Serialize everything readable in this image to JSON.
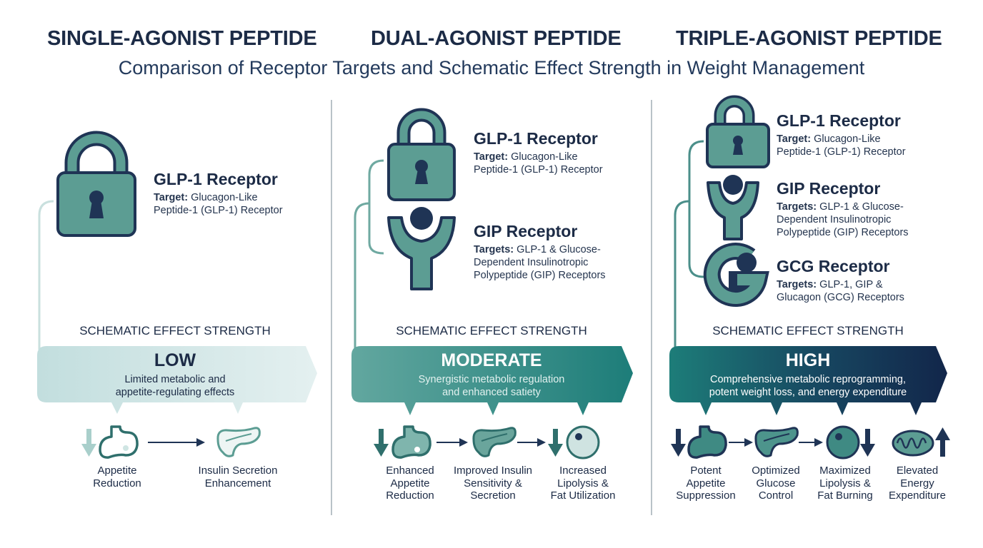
{
  "columns": [
    {
      "title": "SINGLE-AGONIST PEPTIDE",
      "receptors": [
        {
          "icon": "lock-icon",
          "name": "GLP-1 Receptor",
          "target_label": "Target:",
          "target_text_1": " Glucagon-Like",
          "target_text_2": "Peptide-1 (GLP-1) Receptor"
        }
      ],
      "section_label": "SCHEMATIC EFFECT STRENGTH",
      "strength": "LOW",
      "strength_desc_1": "Limited metabolic and",
      "strength_desc_2": "appetite-regulating effects",
      "effects": [
        {
          "icon": "stomach-icon",
          "arrow": "down",
          "line_1": "Appetite",
          "line_2": "Reduction",
          "line_3": ""
        },
        {
          "icon": "pancreas-icon",
          "arrow": "",
          "line_1": "Insulin Secretion",
          "line_2": "Enhancement",
          "line_3": ""
        }
      ]
    },
    {
      "title": "DUAL-AGONIST PEPTIDE",
      "receptors": [
        {
          "icon": "lock-icon",
          "name": "GLP-1 Receptor",
          "target_label": "Target:",
          "target_text_1": " Glucagon-Like",
          "target_text_2": "Peptide-1 (GLP-1) Receptor"
        },
        {
          "icon": "gip-receptor-icon",
          "name": "GIP Receptor",
          "target_label": "Targets:",
          "target_text_1": " GLP-1 & Glucose-",
          "target_text_2": "Dependent Insulinotropic",
          "target_text_3": "Polypeptide (GIP) Receptors"
        }
      ],
      "section_label": "SCHEMATIC EFFECT STRENGTH",
      "strength": "MODERATE",
      "strength_desc_1": "Synergistic metabolic regulation",
      "strength_desc_2": "and enhanced satiety",
      "effects": [
        {
          "icon": "stomach-icon",
          "arrow": "down",
          "line_1": "Enhanced",
          "line_2": "Appetite",
          "line_3": "Reduction"
        },
        {
          "icon": "pancreas-icon",
          "arrow": "",
          "line_1": "Improved Insulin",
          "line_2": "Sensitivity &",
          "line_3": "Secretion"
        },
        {
          "icon": "fat-cell-icon",
          "arrow": "down",
          "line_1": "Increased",
          "line_2": "Lipolysis &",
          "line_3": "Fat Utilization"
        }
      ]
    },
    {
      "title": "TRIPLE-AGONIST PEPTIDE",
      "receptors": [
        {
          "icon": "lock-icon",
          "name": "GLP-1 Receptor",
          "target_label": "Target:",
          "target_text_1": " Glucagon-Like",
          "target_text_2": "Peptide-1 (GLP-1) Receptor"
        },
        {
          "icon": "gip-receptor-icon",
          "name": "GIP Receptor",
          "target_label": "Targets:",
          "target_text_1": " GLP-1 & Glucose-",
          "target_text_2": "Dependent Insulinotropic",
          "target_text_3": "Polypeptide (GIP) Receptors"
        },
        {
          "icon": "gcg-receptor-icon",
          "name": "GCG Receptor",
          "target_label": "Targets:",
          "target_text_1": " GLP-1, GIP &",
          "target_text_2": "Glucagon (GCG) Receptors"
        }
      ],
      "section_label": "SCHEMATIC EFFECT STRENGTH",
      "strength": "HIGH",
      "strength_desc_1": "Comprehensive metabolic reprogramming,",
      "strength_desc_2": "potent weight loss, and energy expenditure",
      "effects": [
        {
          "icon": "stomach-icon",
          "arrow": "down",
          "line_1": "Potent",
          "line_2": "Appetite",
          "line_3": "Suppression"
        },
        {
          "icon": "pancreas-icon",
          "arrow": "",
          "line_1": "Optimized",
          "line_2": "Glucose",
          "line_3": "Control"
        },
        {
          "icon": "fat-cell-icon",
          "arrow": "down",
          "line_1": "Maximized",
          "line_2": "Lipolysis &",
          "line_3": "Fat Burning"
        },
        {
          "icon": "mitochondria-icon",
          "arrow": "up",
          "line_1": "Elevated",
          "line_2": "Energy",
          "line_3": "Expenditure"
        }
      ]
    }
  ],
  "subtitle": "Comparison of Receptor Targets and Schematic Effect Strength in Weight Management",
  "colors": {
    "navy": "#1c2b46",
    "teal": "#5c9d93",
    "teal_dark": "#2f6f6c",
    "low_band": "#c9e1e1",
    "moderate_band": "#3e8f88",
    "high_band_start": "#1c7a78",
    "high_band_end": "#12294a"
  }
}
